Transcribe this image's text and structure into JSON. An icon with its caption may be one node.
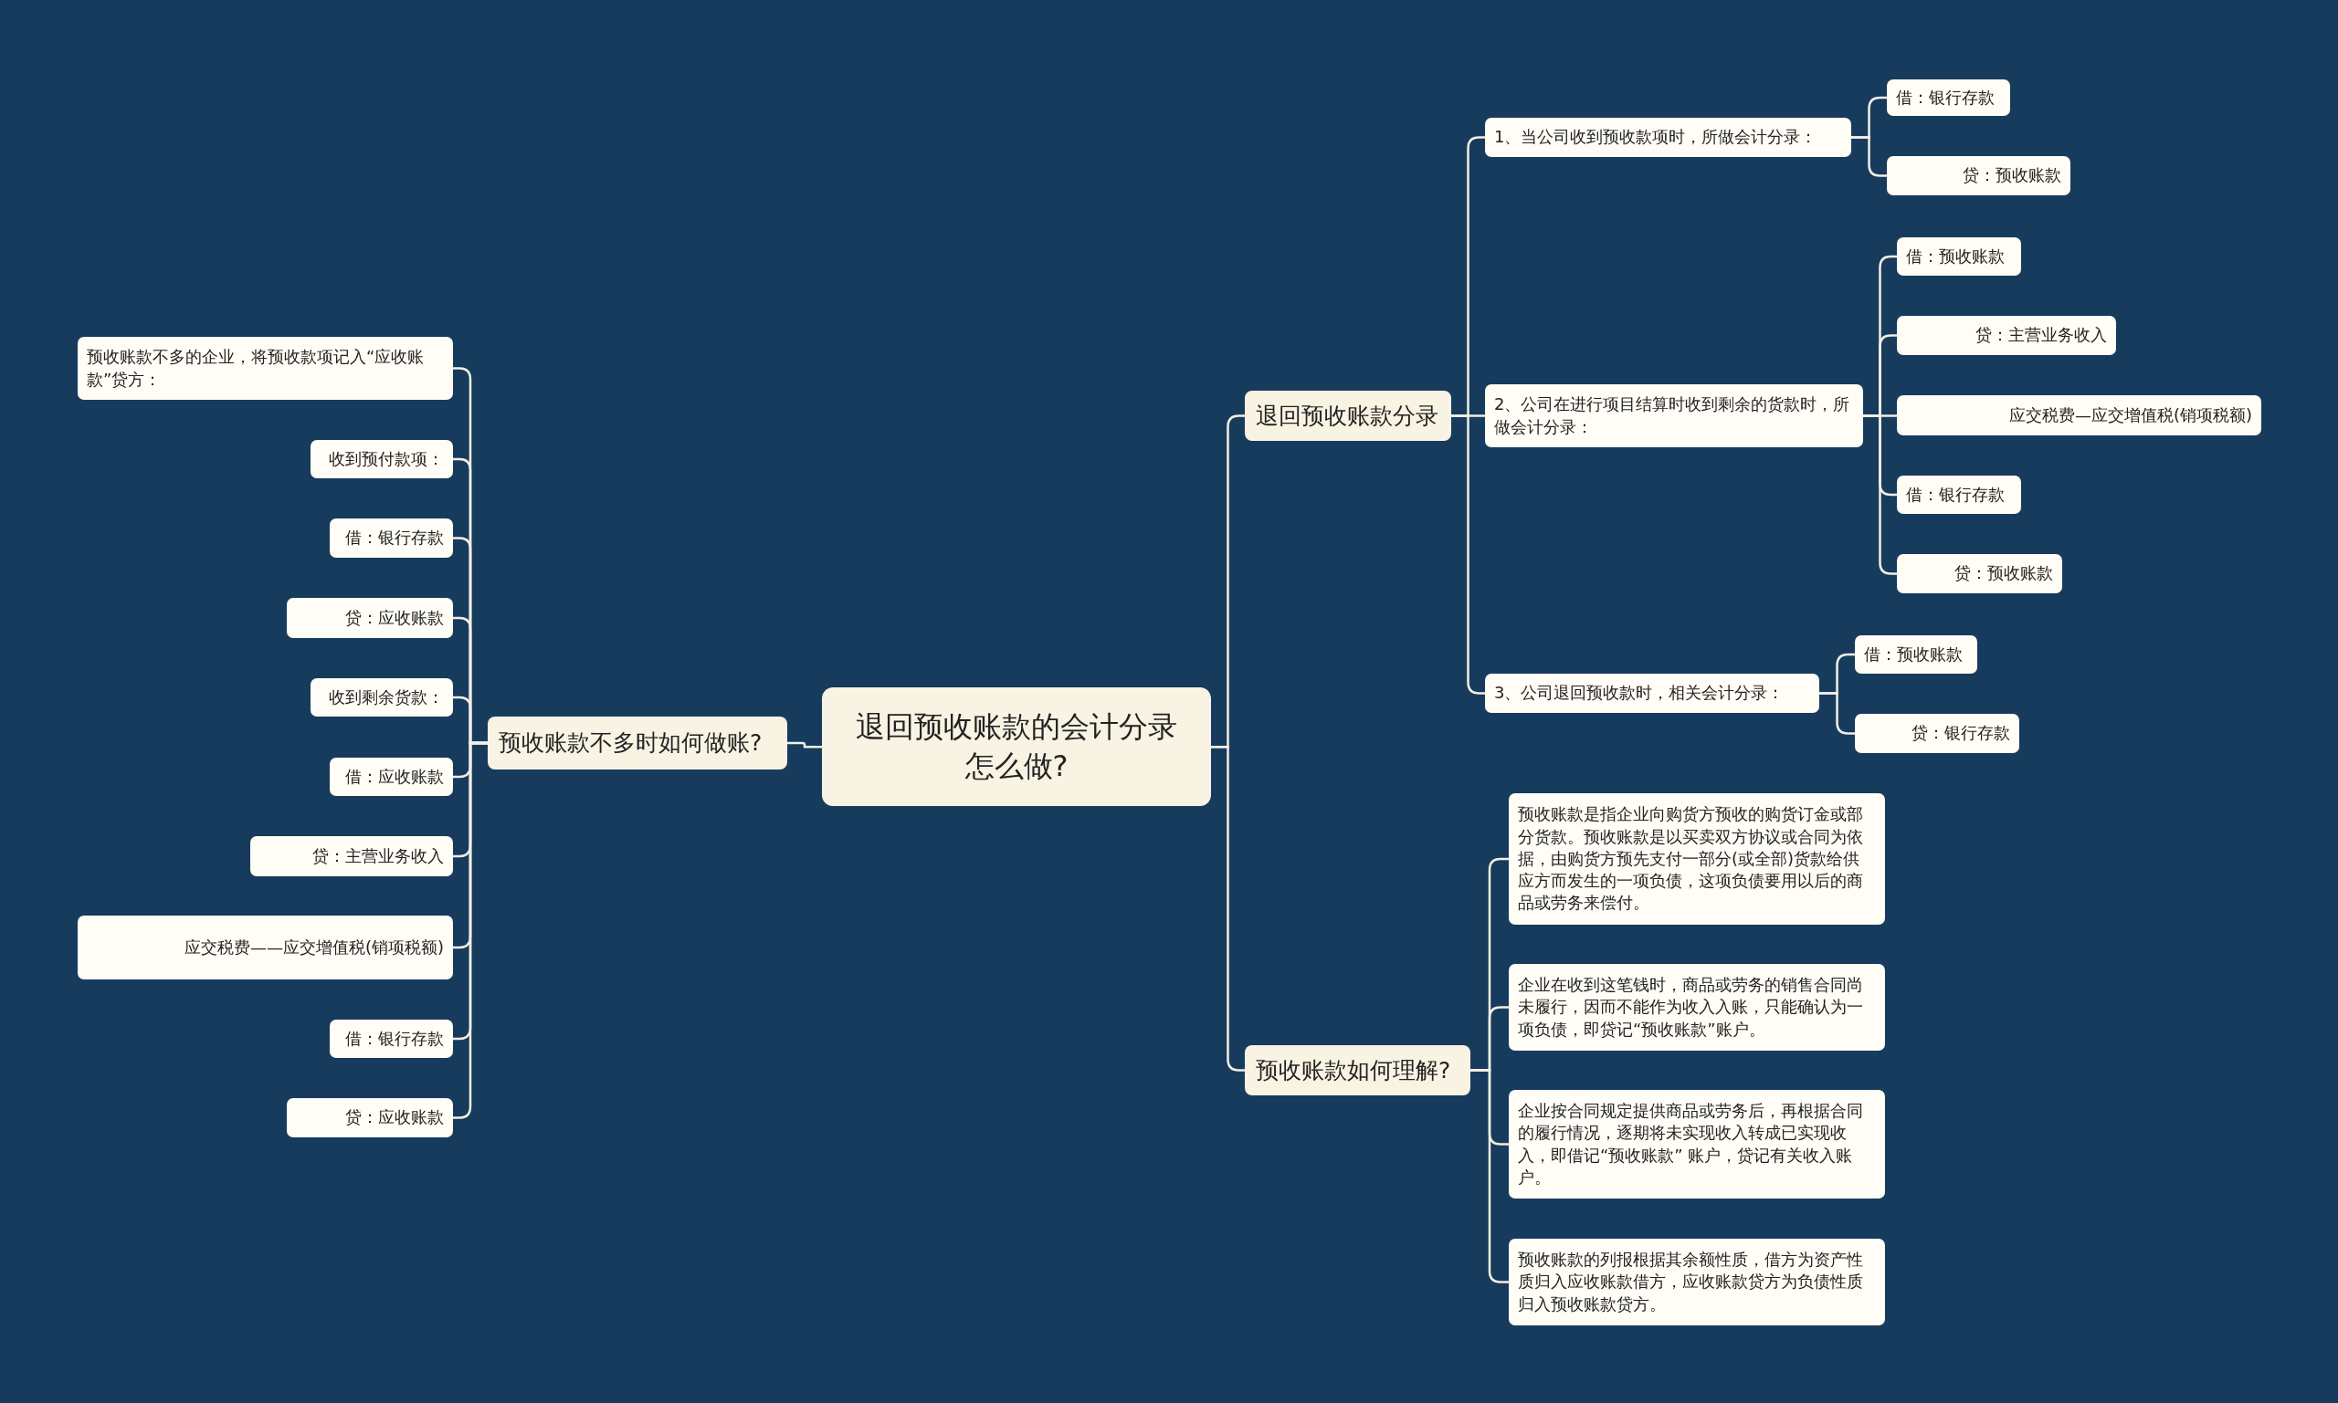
{
  "diagram": {
    "nodes": [
      {
        "text": [
          "退回预收账款的会计分录怎么做?"
        ]
      },
      {
        "text": [
          "退回预收账款分录"
        ]
      },
      {
        "text": [
          "1、当公司收到预收款项时，所做会计分录："
        ]
      },
      {
        "text": [
          "借：银行存款"
        ]
      },
      {
        "text": [
          "贷：预收账款"
        ]
      },
      {
        "text": [
          "2、公司在进行项目结算时收到剩余的货款时，所做会计分录："
        ]
      },
      {
        "text": [
          "借：预收账款"
        ]
      },
      {
        "text": [
          "贷：主营业务收入"
        ]
      },
      {
        "text": [
          "应交税费—应交增值税(销项税额)"
        ]
      },
      {
        "text": [
          "借：银行存款"
        ]
      },
      {
        "text": [
          "贷：预收账款"
        ]
      },
      {
        "text": [
          "3、公司退回预收款时，相关会计分录："
        ]
      },
      {
        "text": [
          "借：预收账款"
        ]
      },
      {
        "text": [
          "贷：银行存款"
        ]
      },
      {
        "text": [
          "预收账款如何理解?"
        ]
      },
      {
        "text": [
          "预收账款是指企业向购货方预收的购货订金或部分货款。预收账款是以买卖双方协议或合同为依据，由购货方预先支付一部分(或全部)货款给供应方而发生的一项负债，这项负债要用以后的商品或劳务来偿付。"
        ]
      },
      {
        "text": [
          "企业在收到这笔钱时，商品或劳务的销售合同尚未履行，因而不能作为收入入账，只能确认为一项负债，即贷记“预收账款”账户。"
        ]
      },
      {
        "text": [
          "企业按合同规定提供商品或劳务后，再根据合同的履行情况，逐期将未实现收入转成已实现收入，即借记“预收账款” 账户，贷记有关收入账户。"
        ]
      },
      {
        "text": [
          "预收账款的列报根据其余额性质，借方为资产性质归入应收账款借方，应收账款贷方为负债性质归入预收账款贷方。"
        ]
      },
      {
        "text": [
          "预收账款不多时如何做账?"
        ]
      },
      {
        "text": [
          "预收账款不多的企业，将预收款项记入“应收账款”贷方："
        ]
      },
      {
        "text": [
          "收到预付款项："
        ]
      },
      {
        "text": [
          "借：银行存款"
        ]
      },
      {
        "text": [
          "贷：应收账款"
        ]
      },
      {
        "text": [
          "收到剩余货款："
        ]
      },
      {
        "text": [
          "借：应收账款"
        ]
      },
      {
        "text": [
          "贷：主营业务收入"
        ]
      },
      {
        "text": [
          "应交税费——应交增值税(销项税额)"
        ]
      },
      {
        "text": [
          "借：银行存款"
        ]
      },
      {
        "text": [
          "贷：应收账款"
        ]
      }
    ],
    "edges": [
      {
        "from": 0,
        "to": 1,
        "arrow": "none"
      },
      {
        "from": 0,
        "to": 14,
        "arrow": "none"
      },
      {
        "from": 0,
        "to": 19,
        "arrow": "none"
      },
      {
        "from": 1,
        "to": 2,
        "arrow": "none"
      },
      {
        "from": 1,
        "to": 5,
        "arrow": "none"
      },
      {
        "from": 1,
        "to": 11,
        "arrow": "none"
      },
      {
        "from": 2,
        "to": 3,
        "arrow": "none"
      },
      {
        "from": 2,
        "to": 4,
        "arrow": "none"
      },
      {
        "from": 5,
        "to": 6,
        "arrow": "none"
      },
      {
        "from": 5,
        "to": 7,
        "arrow": "none"
      },
      {
        "from": 5,
        "to": 8,
        "arrow": "none"
      },
      {
        "from": 5,
        "to": 9,
        "arrow": "none"
      },
      {
        "from": 5,
        "to": 10,
        "arrow": "none"
      },
      {
        "from": 11,
        "to": 12,
        "arrow": "none"
      },
      {
        "from": 11,
        "to": 13,
        "arrow": "none"
      },
      {
        "from": 14,
        "to": 15,
        "arrow": "none"
      },
      {
        "from": 14,
        "to": 16,
        "arrow": "none"
      },
      {
        "from": 14,
        "to": 17,
        "arrow": "none"
      },
      {
        "from": 14,
        "to": 18,
        "arrow": "none"
      },
      {
        "from": 19,
        "to": 20,
        "arrow": "none"
      },
      {
        "from": 19,
        "to": 21,
        "arrow": "none"
      },
      {
        "from": 19,
        "to": 22,
        "arrow": "none"
      },
      {
        "from": 19,
        "to": 23,
        "arrow": "none"
      },
      {
        "from": 19,
        "to": 24,
        "arrow": "none"
      },
      {
        "from": 19,
        "to": 25,
        "arrow": "none"
      },
      {
        "from": 19,
        "to": 26,
        "arrow": "none"
      },
      {
        "from": 19,
        "to": 27,
        "arrow": "none"
      },
      {
        "from": 19,
        "to": 28,
        "arrow": "none"
      },
      {
        "from": 19,
        "to": 29,
        "arrow": "none"
      }
    ]
  }
}
